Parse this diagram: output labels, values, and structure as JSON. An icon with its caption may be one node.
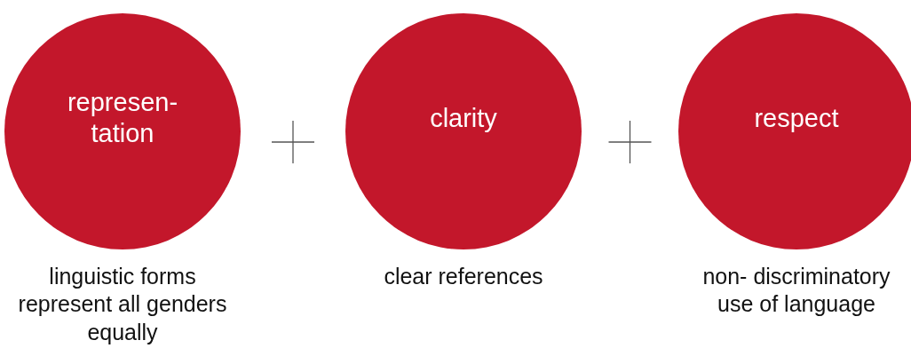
{
  "diagram": {
    "nodes": [
      {
        "text": [
          "represen- tation"
        ],
        "beside": [
          "linguistic forms represent all genders equally"
        ]
      },
      {
        "text": [
          "clarity"
        ],
        "beside": [
          "clear references"
        ]
      },
      {
        "text": [
          "respect"
        ],
        "beside": [
          "non- discriminatory use of language"
        ]
      }
    ]
  }
}
